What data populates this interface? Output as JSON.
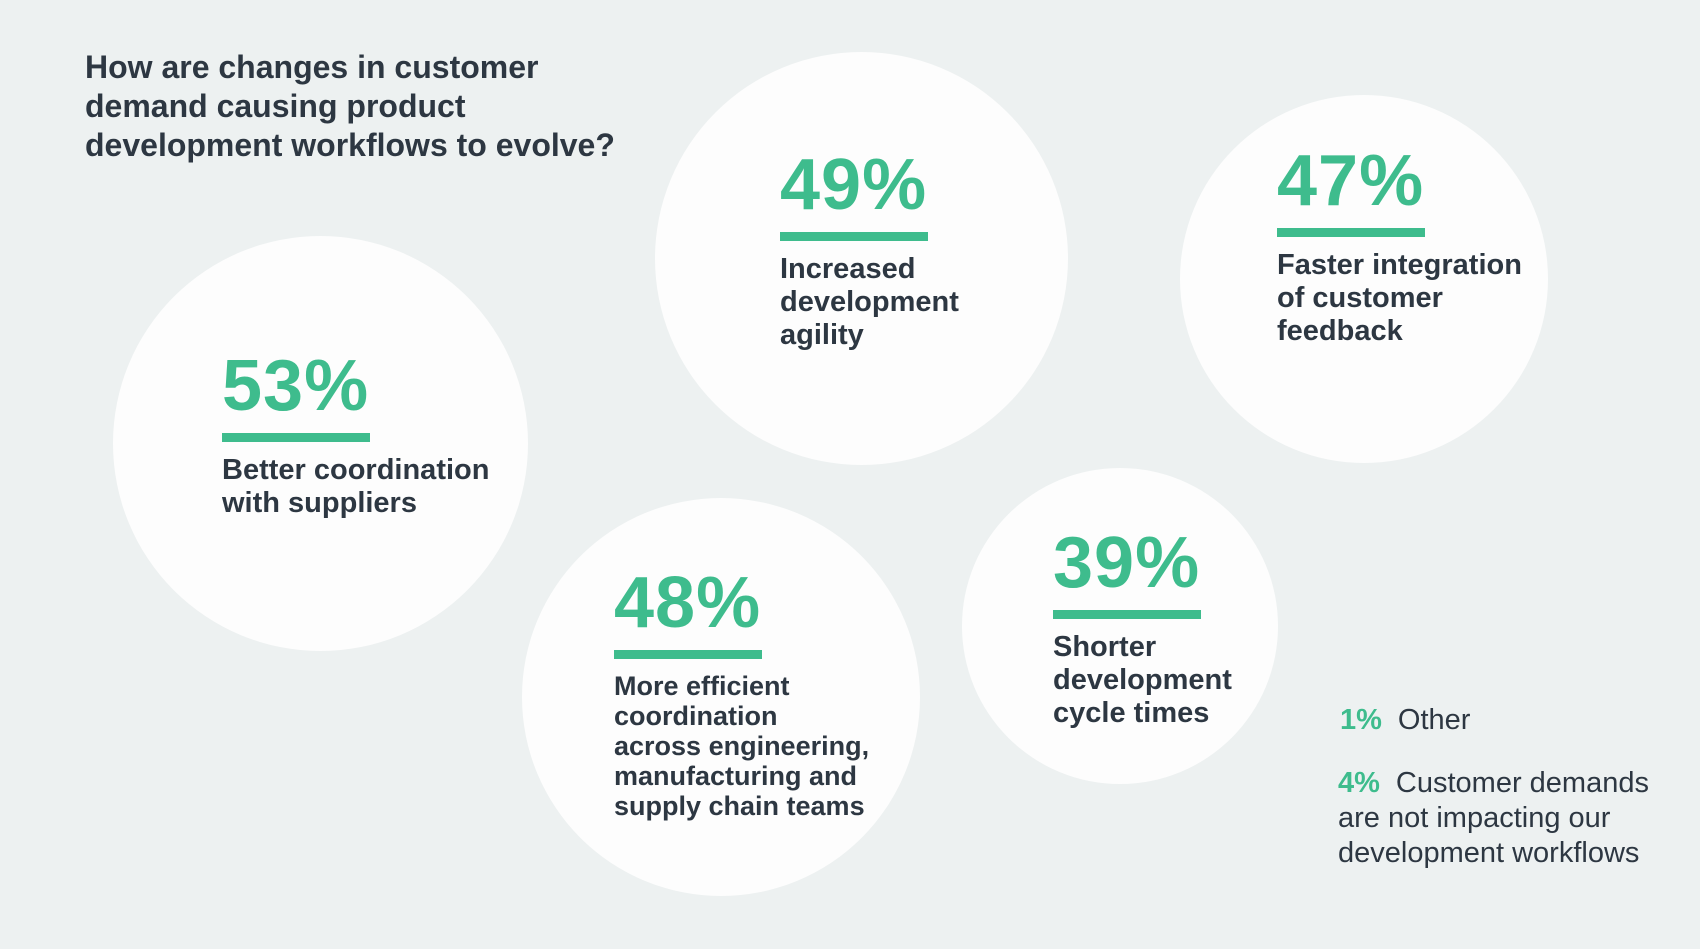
{
  "title": "How are changes in customer\ndemand causing product\ndevelopment workflows to evolve?",
  "colors": {
    "background": "#edf1f1",
    "circle_fill": "#fdfdfd",
    "accent_green": "#3ebc8d",
    "text_dark": "#2d3742"
  },
  "bubbles": [
    {
      "percent": "53%",
      "label": "Better coordination\nwith suppliers"
    },
    {
      "percent": "49%",
      "label": "Increased\ndevelopment\nagility"
    },
    {
      "percent": "47%",
      "label": "Faster integration\nof customer\nfeedback"
    },
    {
      "percent": "48%",
      "label": "More efficient\ncoordination\nacross engineering,\nmanufacturing and\nsupply chain teams"
    },
    {
      "percent": "39%",
      "label": "Shorter\ndevelopment\ncycle times"
    }
  ],
  "notes": [
    {
      "percent": "1%",
      "text": "Other"
    },
    {
      "percent": "4%",
      "text": "Customer demands are not impacting our development workflows"
    }
  ],
  "chart_data": {
    "type": "bubble",
    "title": "How are changes in customer demand causing product development workflows to evolve?",
    "categories": [
      "Better coordination with suppliers",
      "Increased development agility",
      "Faster integration of customer feedback",
      "More efficient coordination across engineering, manufacturing and supply chain teams",
      "Shorter development cycle times",
      "Other",
      "Customer demands are not impacting our development workflows"
    ],
    "values": [
      53,
      49,
      47,
      48,
      39,
      1,
      4
    ],
    "unit": "%",
    "legend_position": "none",
    "layout": "five proportional white circles scattered on light gray background; two small footnote entries bottom-right; green percentage with green underline bar and dark bold label inside each circle"
  }
}
